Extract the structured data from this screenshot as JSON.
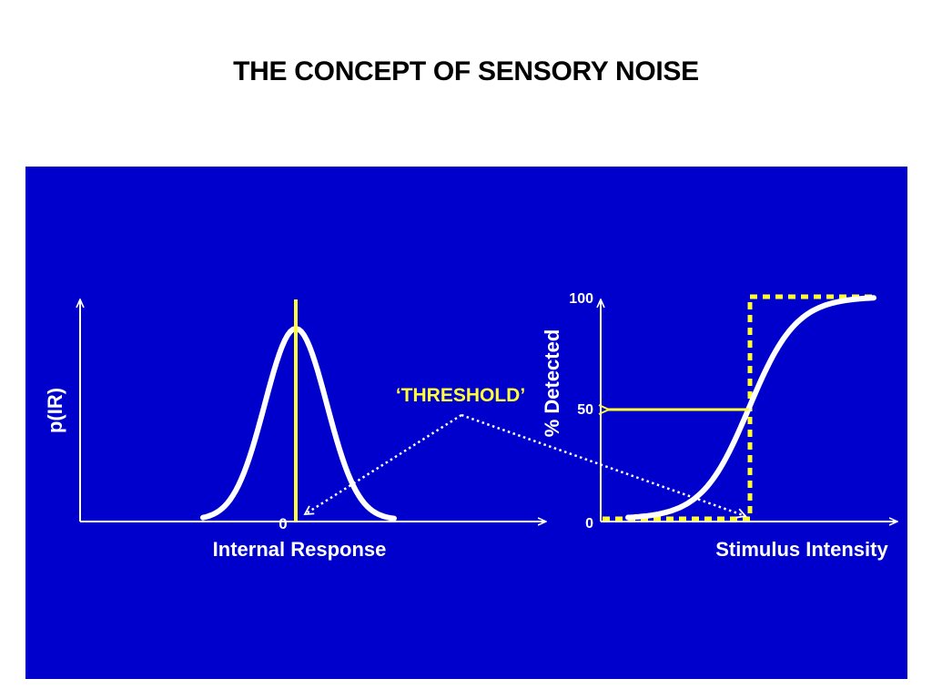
{
  "title": "THE CONCEPT OF SENSORY NOISE",
  "colors": {
    "panel_bg": "#0000cc",
    "curve": "#ffffff",
    "threshold": "#ffff33",
    "axes": "#ffffff"
  },
  "left_plot": {
    "ylabel": "p(IR)",
    "xlabel": "Internal Response",
    "zero_label": "0",
    "curve_shape": "gaussian",
    "threshold_position": "at peak (0)"
  },
  "right_plot": {
    "ylabel": "% Detected",
    "xlabel": "Stimulus Intensity",
    "ticks": [
      "100",
      "50",
      "0"
    ],
    "curve_shape": "sigmoid psychometric function",
    "ideal_shape": "step function at threshold",
    "threshold_detection_percent": 50
  },
  "annotation": {
    "label": "‘THRESHOLD’"
  }
}
